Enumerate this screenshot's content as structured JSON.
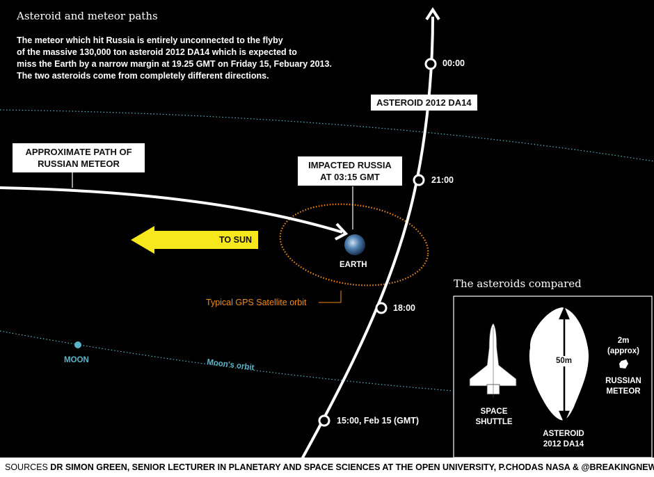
{
  "title": "Asteroid and meteor paths",
  "intro": [
    "The meteor which hit Russia is entirely unconnected to the flyby",
    "of the massive 130,000 ton asteroid 2012 DA14 which is expected to",
    "miss the Earth by a narrow margin at 19.25 GMT on Friday 15, Febuary 2013.",
    "The two asteroids come from completely different directions."
  ],
  "asteroid_label": "ASTEROID 2012 DA14",
  "times": [
    "00:00",
    "21:00",
    "18:00",
    "15:00, Feb 15 (GMT)"
  ],
  "meteor_label": [
    "APPROXIMATE PATH OF",
    "RUSSIAN METEOR"
  ],
  "impact_label": [
    "IMPACTED RUSSIA",
    "AT 03:15 GMT"
  ],
  "to_sun": "TO SUN",
  "earth": "EARTH",
  "gps": "Typical GPS Satellite orbit",
  "moon": "MOON",
  "moon_orbit": "Moon's orbit",
  "compare": {
    "title": "The asteroids compared",
    "shuttle": [
      "SPACE",
      "SHUTTLE"
    ],
    "asteroid": [
      "ASTEROID",
      "2012 DA14"
    ],
    "size_asteroid": "50m",
    "size_meteor": [
      "2m",
      "(approx)"
    ],
    "meteor": [
      "RUSSIAN",
      "METEOR"
    ]
  },
  "footer": {
    "prefix": "SOURCES ",
    "text": "DR SIMON GREEN, SENIOR LECTURER IN PLANETARY AND SPACE SCIENCES AT THE OPEN UNIVERSITY, P.CHODAS NASA & @BREAKINGNEWS"
  },
  "colors": {
    "sun_arrow": "#f7e81e",
    "gps_orbit": "#f08c1a",
    "moon_orbit": "#5ab4c8"
  }
}
